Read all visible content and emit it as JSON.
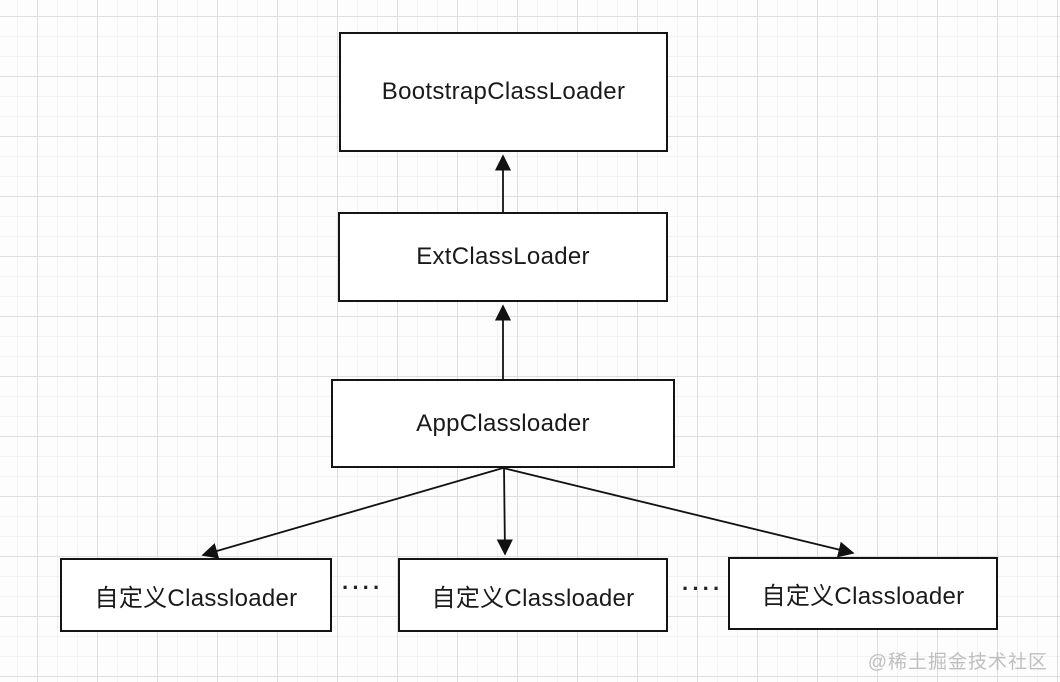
{
  "diagram": {
    "nodes": [
      {
        "id": "bootstrap",
        "label": "BootstrapClassLoader"
      },
      {
        "id": "ext",
        "label": "ExtClassLoader"
      },
      {
        "id": "app",
        "label": "AppClassloader"
      },
      {
        "id": "custom-1",
        "label": "自定义Classloader"
      },
      {
        "id": "custom-2",
        "label": "自定义Classloader"
      },
      {
        "id": "custom-3",
        "label": "自定义Classloader"
      }
    ],
    "edges": [
      {
        "from": "ext",
        "to": "bootstrap",
        "arrowhead": "up"
      },
      {
        "from": "app",
        "to": "ext",
        "arrowhead": "up"
      },
      {
        "from": "app",
        "to": "custom-1",
        "arrowhead": "down-left"
      },
      {
        "from": "app",
        "to": "custom-2",
        "arrowhead": "down"
      },
      {
        "from": "app",
        "to": "custom-3",
        "arrowhead": "down-right"
      }
    ],
    "ellipsis": [
      {
        "label": "····"
      },
      {
        "label": "····"
      }
    ]
  },
  "watermark": {
    "text": "@稀土掘金技术社区"
  },
  "colors": {
    "background": "#fdfdfd",
    "grid_minor": "#f3f3f3",
    "grid_major": "#dedede",
    "node_border": "#141414",
    "node_fill": "#ffffff",
    "node_text": "#1a1a1a",
    "arrow": "#111111",
    "watermark_text": "#bfbfbf"
  }
}
